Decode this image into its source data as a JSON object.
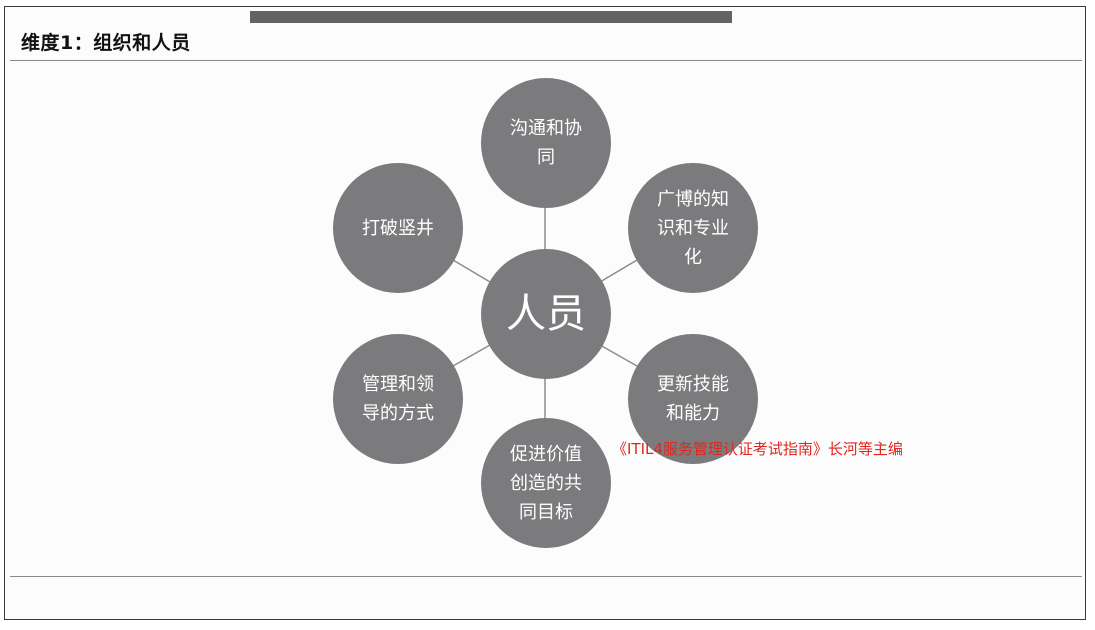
{
  "heading": "维度1：组织和人员",
  "center": {
    "label": "人员"
  },
  "nodes": {
    "top": "沟通和协同",
    "top_right": "广博的知识和专业化",
    "bottom_right": "更新技能和能力",
    "bottom": "促进价值创造的共同目标",
    "bottom_left": "管理和领导的方式",
    "top_left": "打破竖井"
  },
  "caption": "《ITIL4服务管理认证考试指南》长河等主编",
  "colors": {
    "node_fill": "#7b7b7d",
    "caption": "#e0261e",
    "top_bar": "#636363"
  }
}
